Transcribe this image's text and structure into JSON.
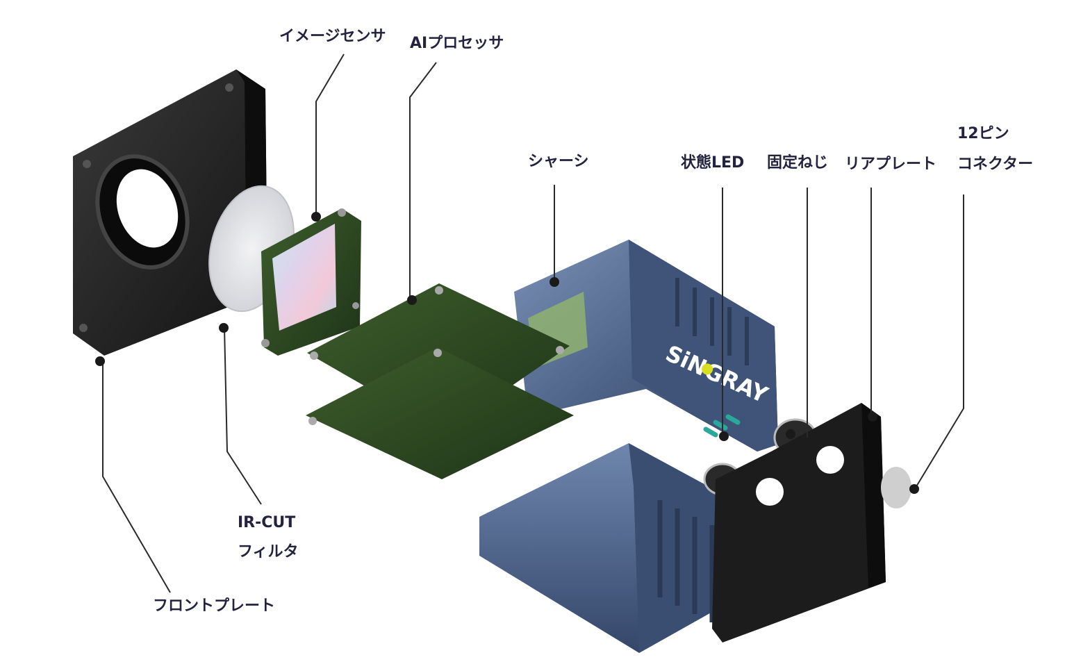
{
  "brand": {
    "logo_text": "SiNGRAY",
    "logo_color": "#ffffff",
    "accent": "#d7e021"
  },
  "colors": {
    "label": "#23233f",
    "chassis": "#4e6488",
    "pcb": "#2d4a22",
    "plate": "#1e1e1e"
  },
  "labels": {
    "image_sensor": "イメージセンサ",
    "ai_processor": "AIプロセッサ",
    "chassis": "シャーシ",
    "status_led": "状態LED",
    "fixing_screw": "固定ねじ",
    "rear_plate": "リアプレート",
    "connector_line1": "12ピン",
    "connector_line2": "コネクター",
    "ir_cut_line1": "IR-CUT",
    "ir_cut_line2": "フィルタ",
    "front_plate": "フロントプレート"
  }
}
